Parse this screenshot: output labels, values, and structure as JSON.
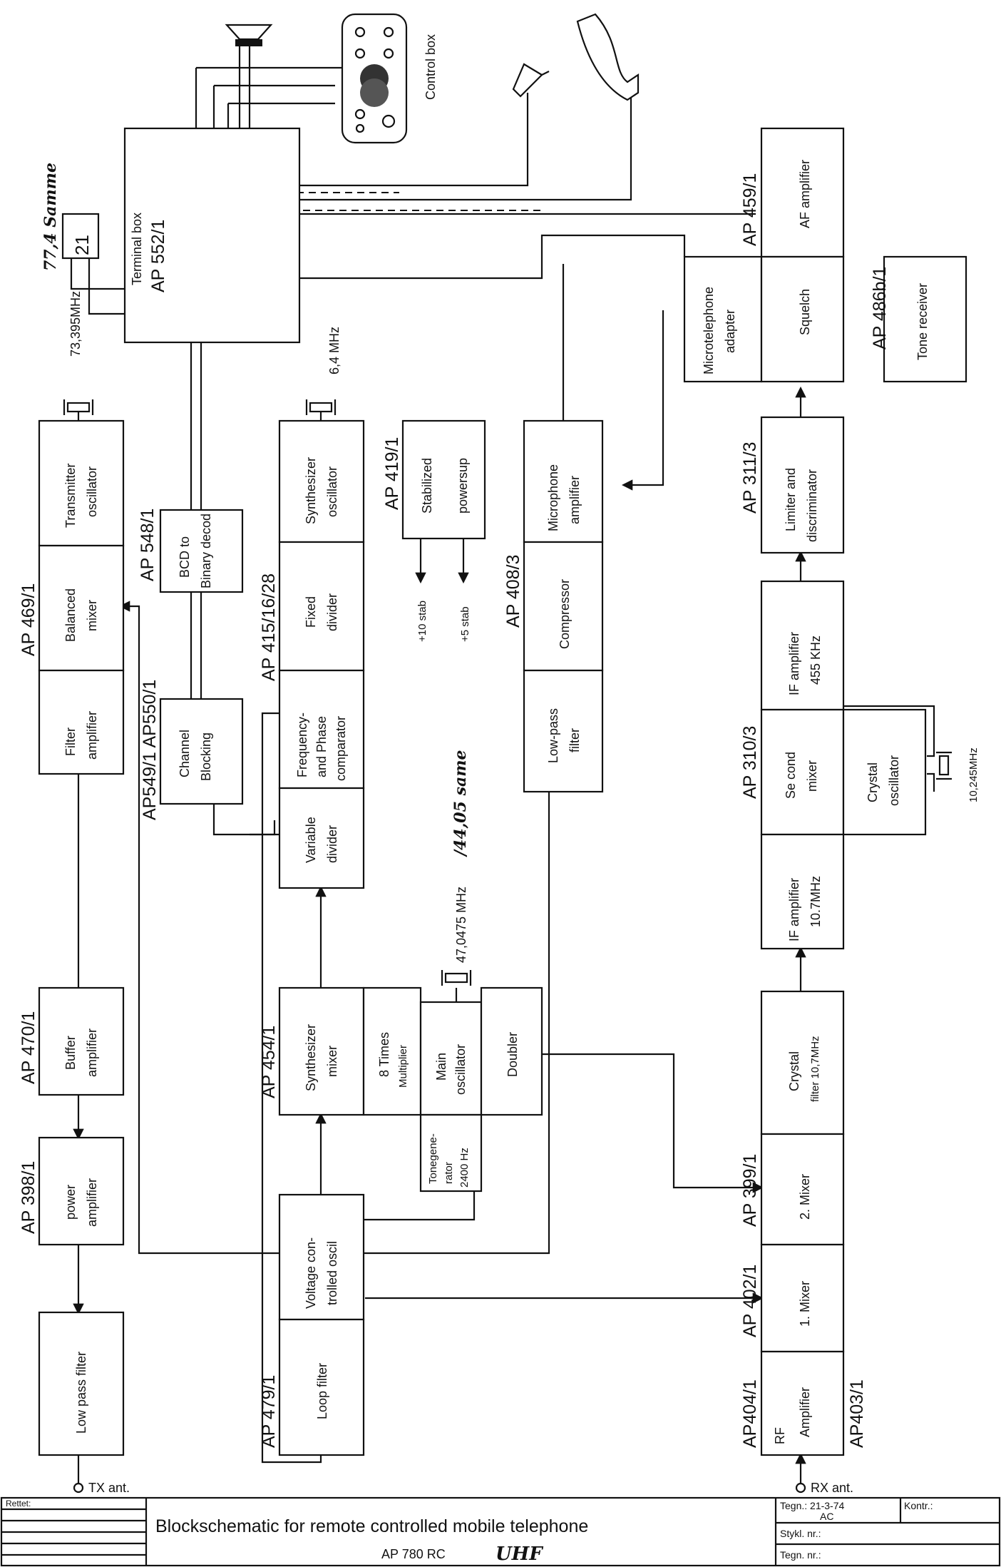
{
  "blocks": {
    "terminal_box": "Terminal box",
    "transmitter_osc": [
      "Transmitter",
      "oscillator"
    ],
    "balanced_mixer": [
      "Balanced",
      "mixer"
    ],
    "filter_amp": [
      "Filter",
      "amplifier"
    ],
    "buffer_amp": [
      "Buffer",
      "amplifier"
    ],
    "power_amp": [
      "power",
      "amplifier"
    ],
    "lowpass_tx": "Low pass filter",
    "bcd": [
      "BCD to",
      "Binary decod"
    ],
    "channel_blocking": [
      "Channel",
      "Blocking"
    ],
    "synth_osc": [
      "Synthesizer",
      "oscillator"
    ],
    "fixed_divider": [
      "Fixed",
      "divider"
    ],
    "freq_phase": [
      "Frequency-",
      "and Phase",
      "comparator"
    ],
    "variable_divider": [
      "Variable",
      "divider"
    ],
    "synth_mixer": [
      "Synthesizer",
      "mixer"
    ],
    "eight_times": [
      "8 Times",
      "Multiplier"
    ],
    "main_osc": [
      "Main",
      "oscillator"
    ],
    "doubler": "Doubler",
    "tone_gen": [
      "Tonegene-",
      "rator",
      "2400 Hz"
    ],
    "vco": [
      "Voltage con-",
      "trolled oscil"
    ],
    "loop_filter": "Loop filter",
    "stabilized": [
      "Stabilized",
      "powersup"
    ],
    "stab10": "+10 stab",
    "stab5": "+5 stab",
    "mic_amp": [
      "Microphone",
      "amplifier"
    ],
    "compressor": "Compressor",
    "lowpass_rx": [
      "Low-pass",
      "filter"
    ],
    "af_amp": "AF amplifier",
    "squelch": "Squelch",
    "microtel": [
      "Microtelephone",
      "adapter"
    ],
    "tone_receiver": "Tone receiver",
    "limiter": [
      "Limiter and",
      "discriminator"
    ],
    "if455": [
      "IF amplifier",
      "455 KHz"
    ],
    "second_mixer": [
      "Se cond",
      "mixer"
    ],
    "crystal_osc": [
      "Crystal",
      "oscillator"
    ],
    "if107": [
      "IF amplifier",
      "10.7MHz"
    ],
    "crystal_filter": [
      "Crystal",
      "filter 10,7MHz"
    ],
    "mixer2": "2. Mixer",
    "mixer1": "1. Mixer",
    "rf_amp": [
      "RF",
      "Amplifier"
    ],
    "control_box": "Control box"
  },
  "ap_labels": {
    "ap552": "AP 552/1",
    "ap469": "AP 469/1",
    "ap470": "AP 470/1",
    "ap398": "AP 398/1",
    "ap548": "AP 548/1",
    "ap549": "AP549/1 AP550/1",
    "ap415": "AP 415/16/28",
    "ap454": "AP 454/1",
    "ap479": "AP 479/1",
    "ap419": "AP 419/1",
    "ap408": "AP 408/3",
    "ap459": "AP 459/1",
    "ap486": "AP 486b/1",
    "ap311": "AP 311/3",
    "ap310": "AP 310/3",
    "ap399": "AP 399/1",
    "ap402": "AP 402/1",
    "ap404": "AP404/1",
    "ap403": "AP403/1"
  },
  "freq": {
    "tx_osc": "73,395MHz",
    "tx_osc_hw": "77,4 Samme",
    "synth": "6,4 MHz",
    "main": "47,0475 MHz",
    "main_hw": "/44,05 same",
    "xtal": "10,245MHz"
  },
  "display": "21",
  "ant": {
    "tx": "TX ant.",
    "rx": "RX ant."
  },
  "title_block": {
    "rettet": "Rettet:",
    "title": "Blockschematic for remote controlled mobile telephone",
    "model": "AP 780 RC",
    "model_hw": "UHF",
    "tegn": "Tegn.: 21-3-74",
    "tegn_by": "AC",
    "kontr": "Kontr.:",
    "stykl": "Stykl. nr.:",
    "tegn_nr": "Tegn. nr.:"
  }
}
